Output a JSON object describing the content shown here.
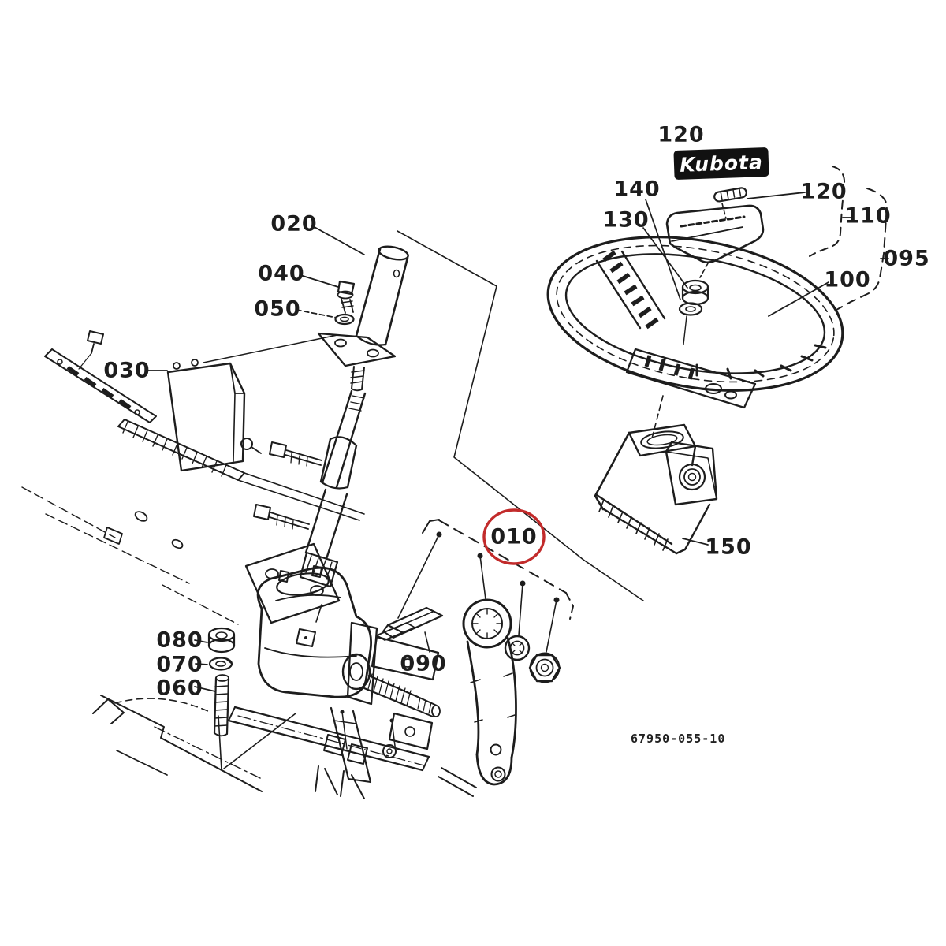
{
  "diagram": {
    "brand_logo": "Kubota",
    "drawing_number": "67950-055-10",
    "highlighted_part": "010",
    "colors": {
      "line": "#1d1d1d",
      "background": "#ffffff",
      "highlight": "#c22b2b",
      "logo_bg": "#111111",
      "logo_text": "#ffffff"
    }
  },
  "callouts": [
    {
      "text": "020"
    },
    {
      "text": "040"
    },
    {
      "text": "050"
    },
    {
      "text": "030"
    },
    {
      "text": "080"
    },
    {
      "text": "070"
    },
    {
      "text": "060"
    },
    {
      "text": "090"
    },
    {
      "text": "010",
      "highlighted": true
    },
    {
      "text": "150"
    },
    {
      "text": "120"
    },
    {
      "text": "120"
    },
    {
      "text": "140"
    },
    {
      "text": "130"
    },
    {
      "text": "110"
    },
    {
      "text": "095"
    },
    {
      "text": "100"
    }
  ]
}
